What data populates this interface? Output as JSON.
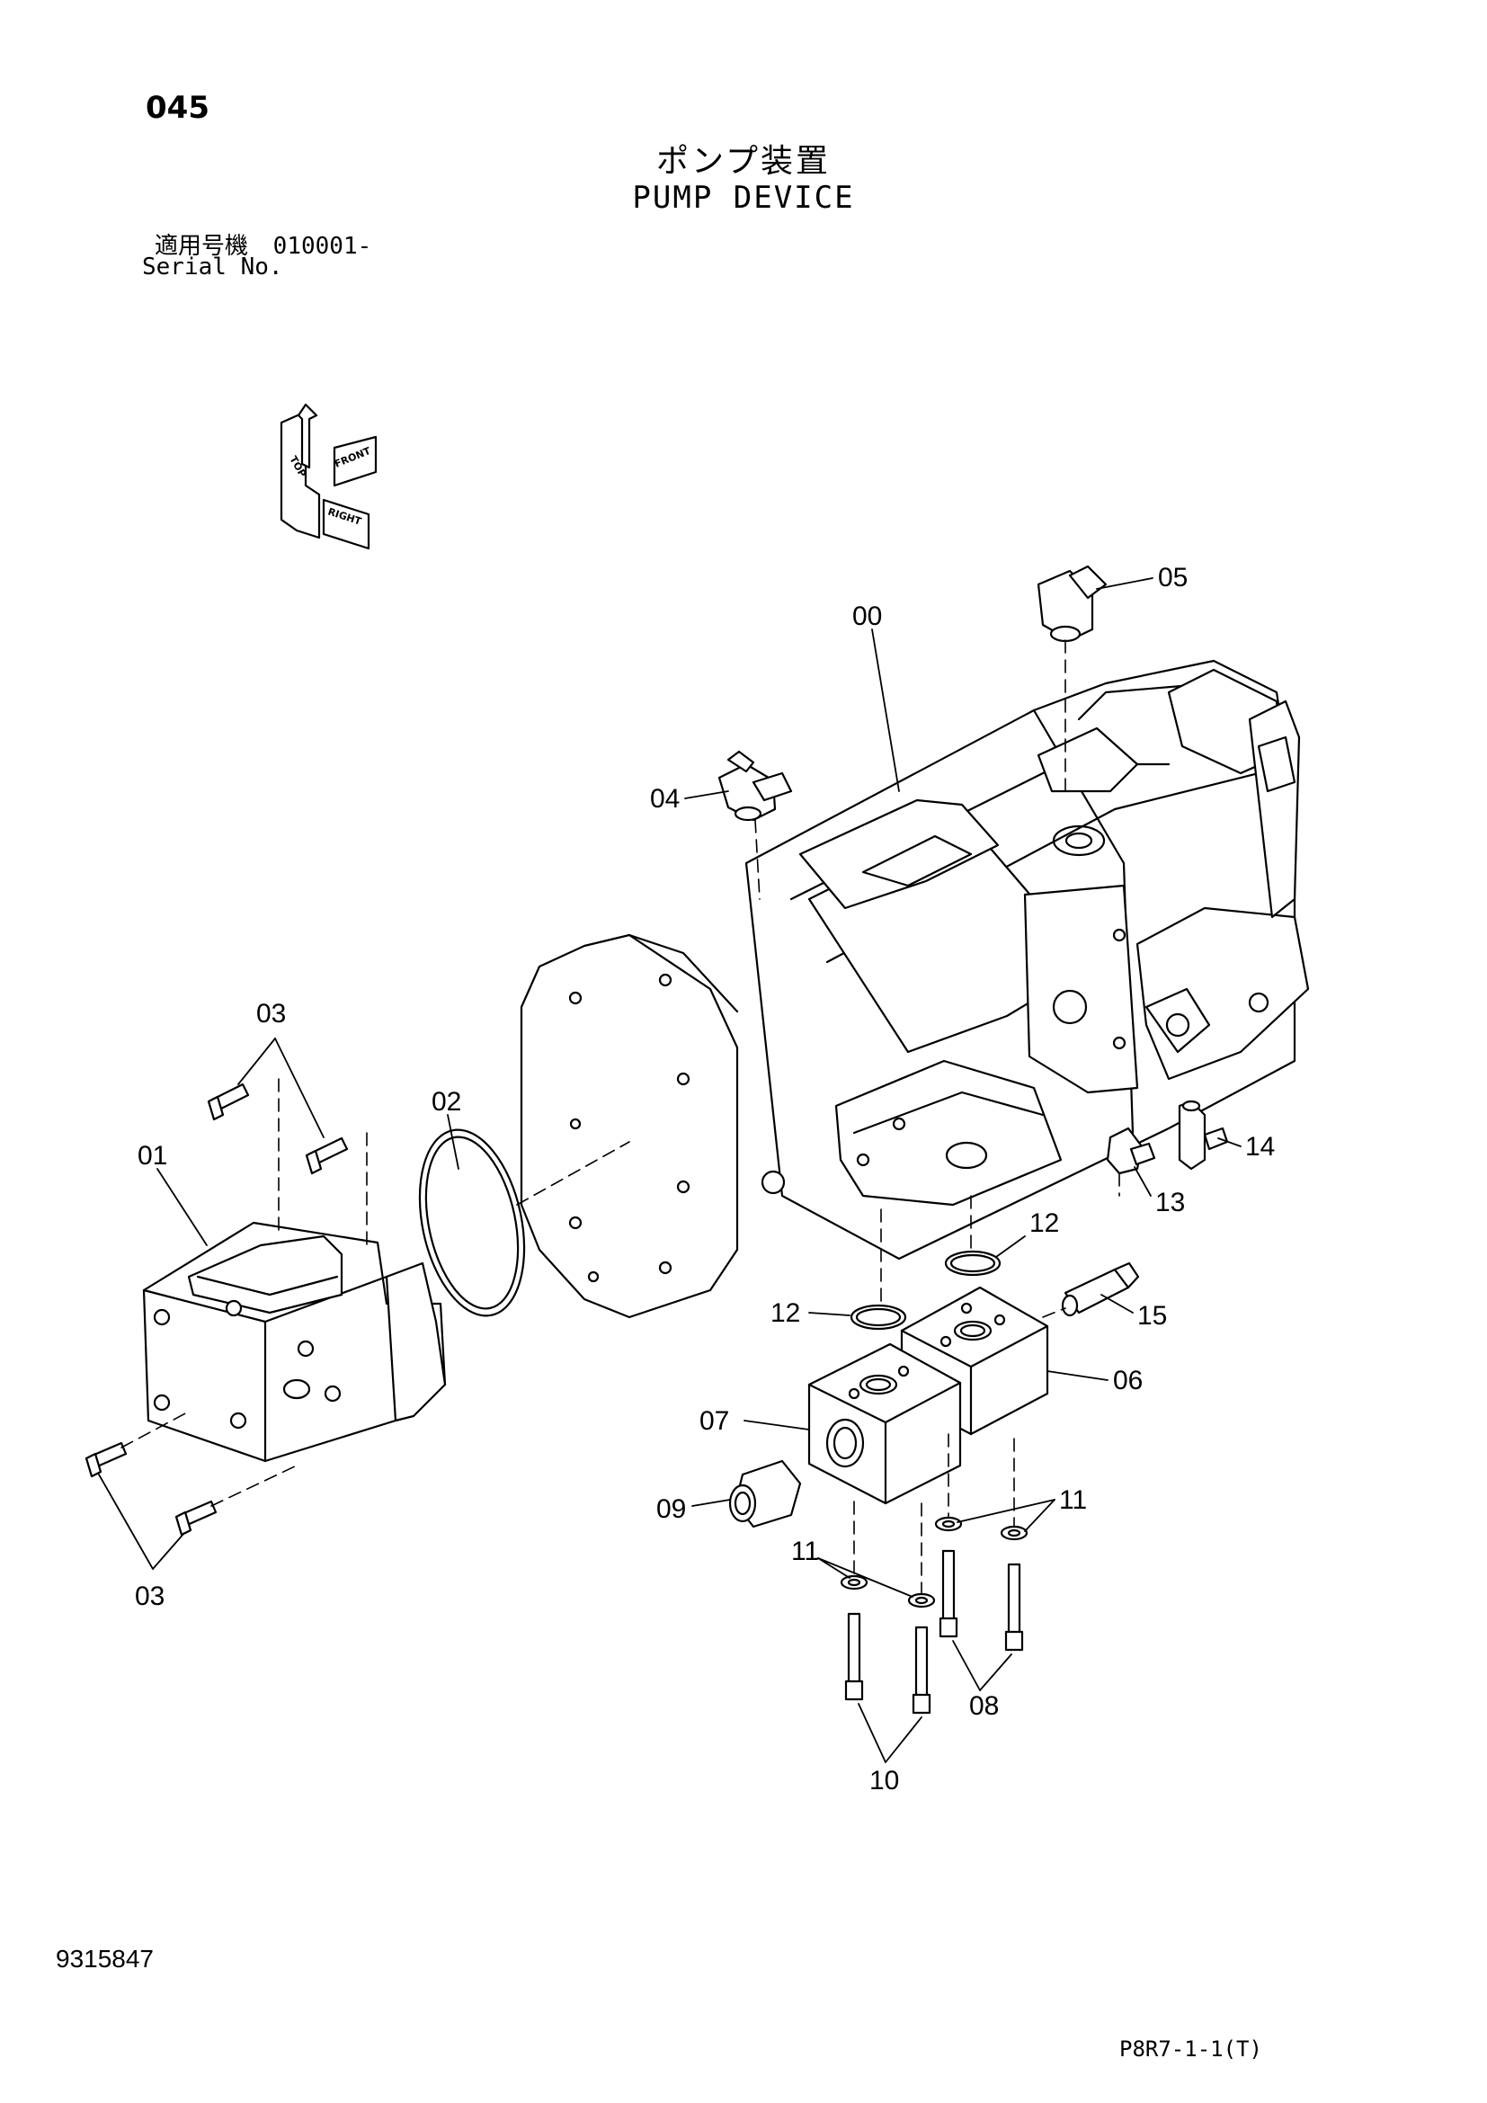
{
  "header": {
    "page_number": "045",
    "title_jp": "ポンプ装置",
    "title_en": "PUMP DEVICE",
    "serial_label_jp": "適用号機",
    "serial_value": "010001-",
    "serial_label_en": "Serial No."
  },
  "orientation_indicator": {
    "top": "TOP",
    "front": "FRONT",
    "right": "RIGHT"
  },
  "callouts": {
    "c00": "00",
    "c01": "01",
    "c02": "02",
    "c03a": "03",
    "c03b": "03",
    "c04": "04",
    "c05": "05",
    "c06": "06",
    "c07": "07",
    "c08": "08",
    "c09": "09",
    "c10": "10",
    "c11a": "11",
    "c11b": "11",
    "c12a": "12",
    "c12b": "12",
    "c13": "13",
    "c14": "14",
    "c15": "15"
  },
  "footer": {
    "doc_number": "9315847",
    "page_ref": "P8R7-1-1(T)"
  }
}
